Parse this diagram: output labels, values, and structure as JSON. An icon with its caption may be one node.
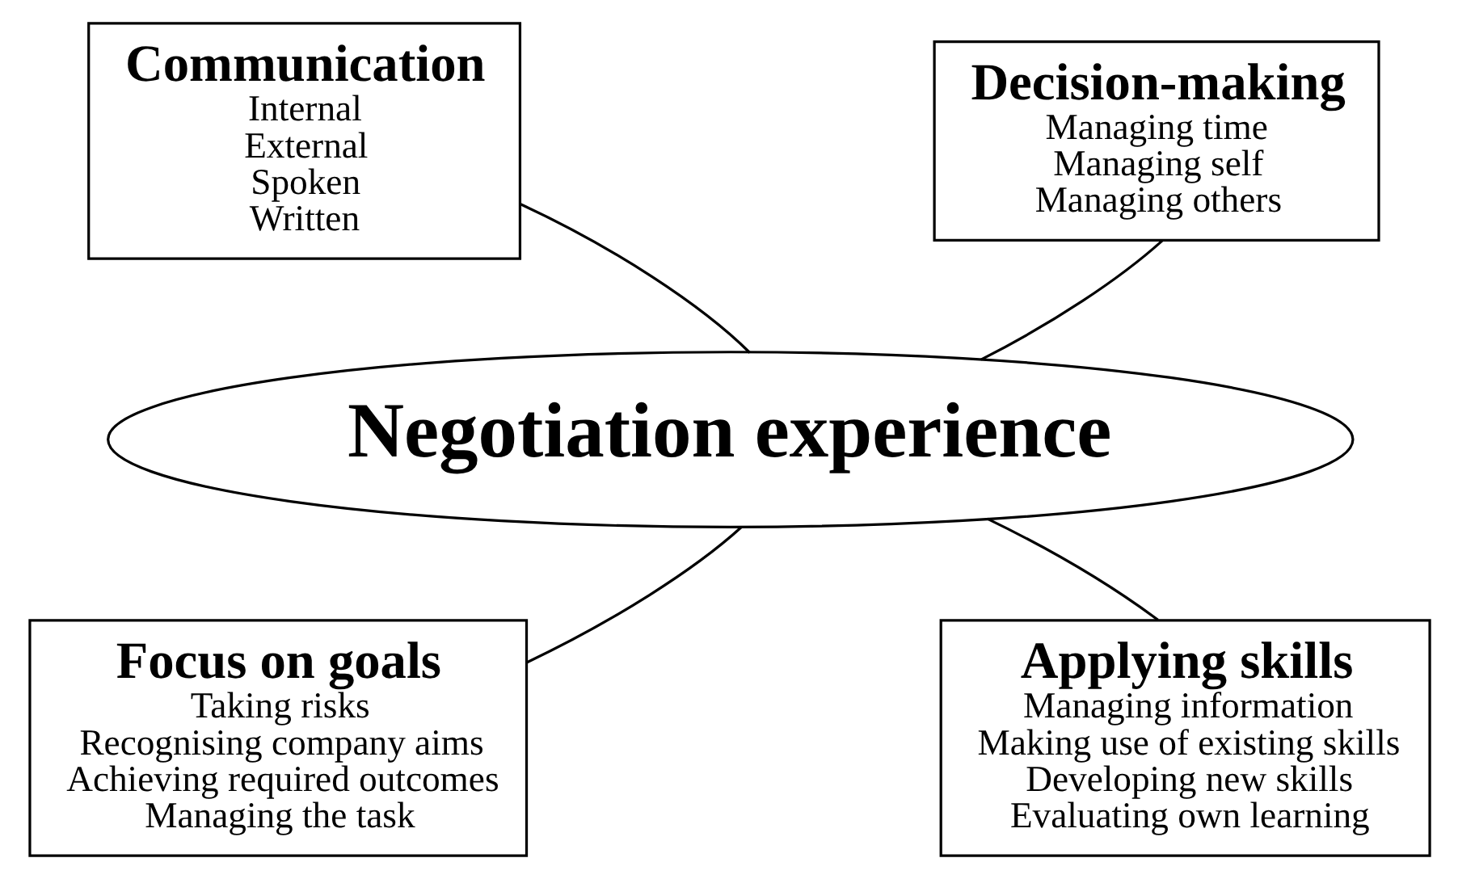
{
  "diagram": {
    "nodes": [
      {
        "text": [
          "Negotiation experience"
        ]
      },
      {
        "text": [
          "Communication",
          "Internal",
          "External",
          "Spoken",
          "Written"
        ]
      },
      {
        "text": [
          "Decision-making",
          "Managing time",
          "Managing self",
          "Managing others"
        ]
      },
      {
        "text": [
          "Focus on goals",
          "Taking risks",
          "Recognising company aims",
          "Achieving required outcomes",
          "Managing the task"
        ]
      },
      {
        "text": [
          "Applying skills",
          "Managing information",
          "Making use of existing skills",
          "Developing new skills",
          "Evaluating own learning"
        ]
      }
    ],
    "edges": [
      {
        "from": 0,
        "to": 1,
        "arrow": "none"
      },
      {
        "from": 0,
        "to": 2,
        "arrow": "none"
      },
      {
        "from": 0,
        "to": 3,
        "arrow": "none"
      },
      {
        "from": 0,
        "to": 4,
        "arrow": "none"
      }
    ]
  }
}
